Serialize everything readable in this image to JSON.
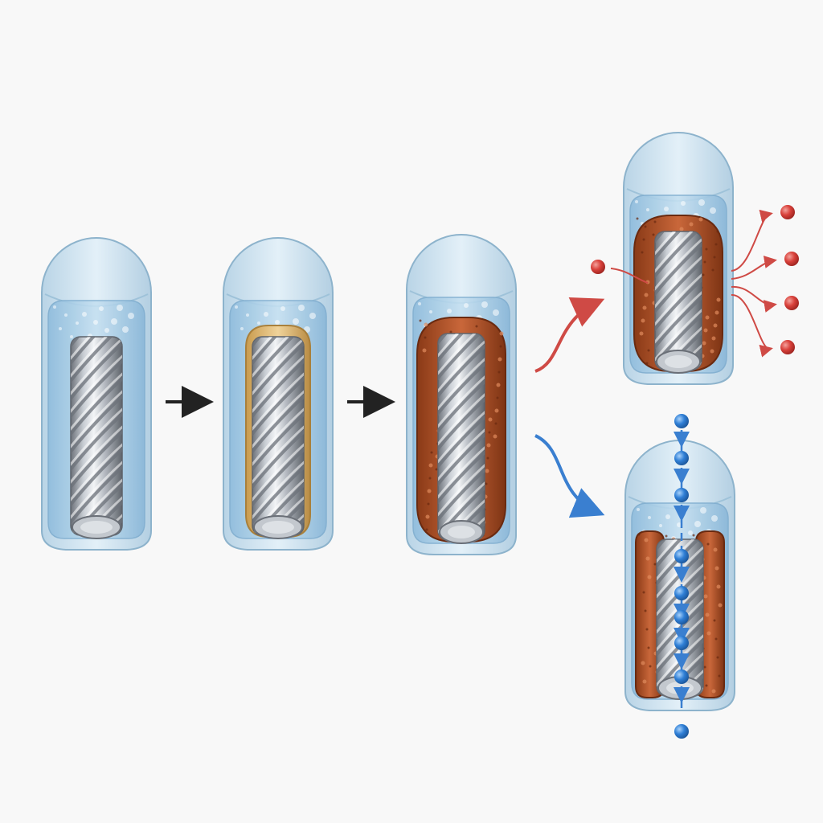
{
  "diagram": {
    "stages": [
      {
        "id": "bare-rebar",
        "coating": "none"
      },
      {
        "id": "passive-film",
        "coating": "film"
      },
      {
        "id": "rust-layer",
        "coating": "rust"
      },
      {
        "id": "rust-outward-diffusion",
        "coating": "rust"
      },
      {
        "id": "ion-penetration",
        "coating": "rust-cracked"
      }
    ],
    "colors": {
      "background": "#f8f8f8",
      "concrete": "#cfe3ef",
      "concrete_edge": "#8db3cc",
      "water": "#a9cde6",
      "steel_light": "#e9ecef",
      "steel_dark": "#7c8189",
      "film": "#d9b06a",
      "rust": "#b9562a",
      "rust_dark": "#7a3114",
      "arrow_black": "#222222",
      "red_ion": "#d9413b",
      "red_arrow": "#cf4a45",
      "blue_ion": "#2f7fd6",
      "blue_arrow": "#3a7fd0"
    },
    "icons": {
      "step_arrow": "right-arrow-icon",
      "red_ion": "red-particle-icon",
      "blue_ion": "blue-particle-icon"
    }
  }
}
